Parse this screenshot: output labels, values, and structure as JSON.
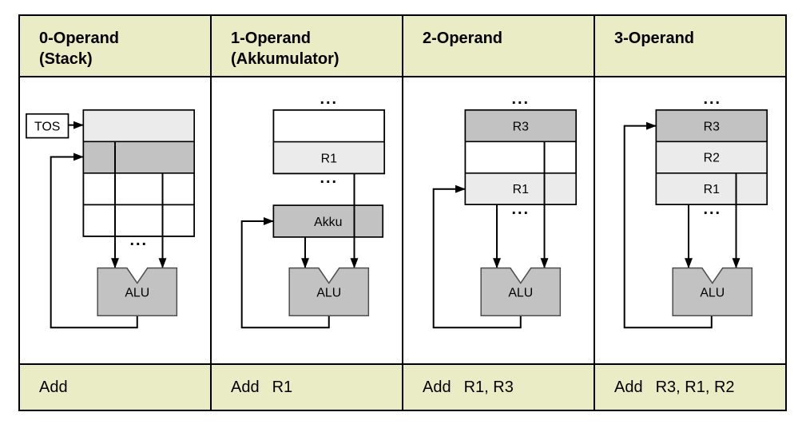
{
  "colors": {
    "band": "#eaecc5",
    "cell_light": "#ebebeb",
    "cell_mid": "#c2c2c2",
    "alu_fill": "#c2c2c2",
    "alu_border": "#4d4d4d",
    "line": "#000000",
    "text": "#000000",
    "table_bg": "#ffffff"
  },
  "columns": [
    {
      "header": {
        "line1": "0-Operand",
        "line2": "(Stack)"
      },
      "diagram": {
        "tos": "TOS",
        "alu": "ALU",
        "dots_bottom": "..."
      },
      "instruction": {
        "mnemonic": "Add",
        "operands": ""
      }
    },
    {
      "header": {
        "line1": "1-Operand",
        "line2": "(Akkumulator)"
      },
      "diagram": {
        "dots_top": "...",
        "r1": "R1",
        "dots_mid": "...",
        "akku": "Akku",
        "alu": "ALU"
      },
      "instruction": {
        "mnemonic": "Add",
        "operands": "R1"
      }
    },
    {
      "header": {
        "line1": "2-Operand",
        "line2": ""
      },
      "diagram": {
        "dots_top": "...",
        "r3": "R3",
        "r1": "R1",
        "dots_mid": "...",
        "alu": "ALU"
      },
      "instruction": {
        "mnemonic": "Add",
        "operands": "R1, R3"
      }
    },
    {
      "header": {
        "line1": "3-Operand",
        "line2": ""
      },
      "diagram": {
        "dots_top": "...",
        "r3": "R3",
        "r2": "R2",
        "r1": "R1",
        "dots_mid": "...",
        "alu": "ALU"
      },
      "instruction": {
        "mnemonic": "Add",
        "operands": "R3, R1, R2"
      }
    }
  ]
}
